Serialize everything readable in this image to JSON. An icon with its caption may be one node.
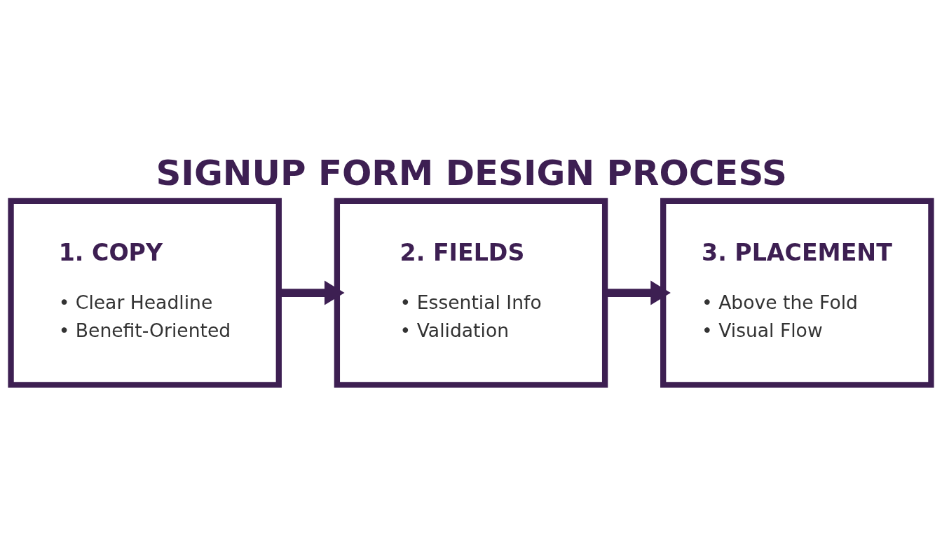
{
  "diagram": {
    "title": "SIGNUP FORM DESIGN PROCESS",
    "nodes": [
      {
        "text": [
          "1. COPY",
          "• Clear Headline",
          "• Benefit-Oriented"
        ]
      },
      {
        "text": [
          "2. FIELDS",
          "• Essential Info",
          "• Validation"
        ]
      },
      {
        "text": [
          "3. PLACEMENT",
          "• Above the Fold",
          "• Visual Flow"
        ]
      }
    ],
    "edges": [
      {
        "from": 0,
        "to": 1,
        "arrow": "to"
      },
      {
        "from": 1,
        "to": 2,
        "arrow": "to"
      }
    ]
  }
}
